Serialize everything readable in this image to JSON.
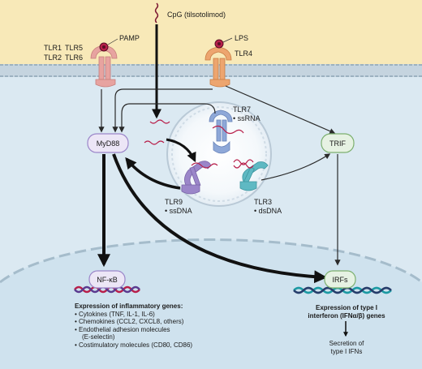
{
  "labels": {
    "cpg": "CpG (tilsotolimod)",
    "tlr1": "TLR1",
    "tlr5": "TLR5",
    "tlr2": "TLR2",
    "tlr6": "TLR6",
    "pamp": "PAMP",
    "lps": "LPS",
    "tlr4": "TLR4",
    "tlr7": "TLR7",
    "tlr7_ligand": "• ssRNA",
    "tlr9": "TLR9",
    "tlr9_ligand": "• ssDNA",
    "tlr3": "TLR3",
    "tlr3_ligand": "• dsDNA",
    "myd88": "MyD88",
    "trif": "TRIF",
    "nfkb": "NF-κB",
    "irfs": "IRFs"
  },
  "inflammatory_genes": {
    "heading": "Expression of inflammatory genes:",
    "items": [
      "• Cytokines (TNF, IL-1, IL-6)",
      "• Chemokines (CCL2, CXCL8, others)",
      "• Endothelial adhesion molecules",
      "(E-selectin)",
      "• Costimulatory molecules (CD80, CD86)"
    ]
  },
  "type1_ifn": {
    "line1": "Expression of type I",
    "line2": "interferon (IFNα/β) genes"
  },
  "secretion": {
    "line1": "Secretion of",
    "line2": "type I IFNs"
  },
  "colors": {
    "extracellular": "#f8e9b8",
    "membrane": "#c5d4df",
    "cytoplasm": "#dbe9f2",
    "nucleus": "#cfe2ee",
    "tlr_surface": "#e7a3a0",
    "tlr4": "#eda56f",
    "tlr7": "#8ea8d8",
    "tlr9": "#9b86c9",
    "tlr3": "#5fb9c3",
    "myd88_box": "#ece6f6",
    "trif_box": "#e6f2e3",
    "dna_red": "#b81f4a",
    "dna_purple": "#5b3a8f",
    "dna_teal": "#1c9aa3",
    "dna_navy": "#263d6b"
  }
}
